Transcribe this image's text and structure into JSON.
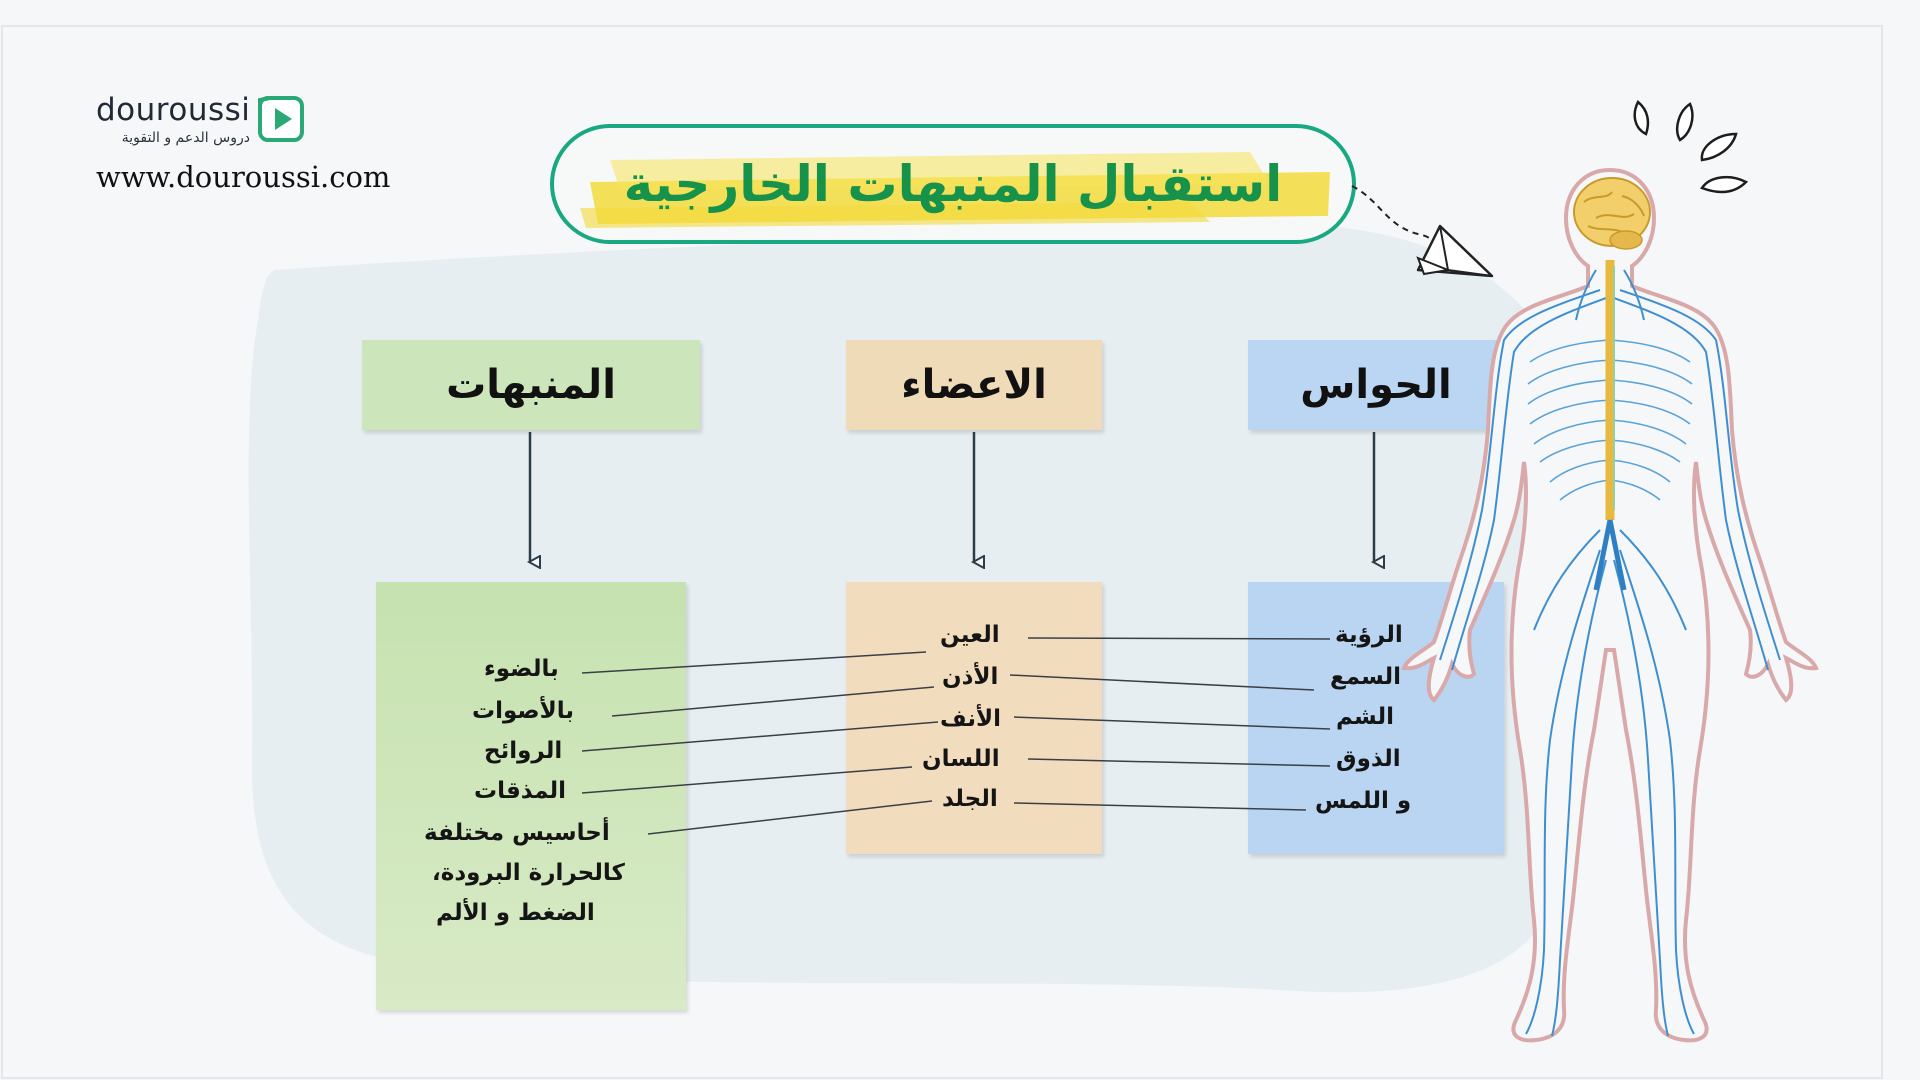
{
  "brand": {
    "name": "douroussi",
    "tagline": "دروس الدعم و التقوية",
    "url": "www.douroussi.com",
    "accent": "#1aa882"
  },
  "title": "استقبال المنبهات الخارجية",
  "columns": {
    "stimuli": {
      "heading": "المنبهات",
      "items": [
        "بالضوء",
        "بالأصوات",
        "الروائح",
        "المذقات",
        "أحاسيس مختلفة",
        "كالحرارة البرودة،",
        "الضغط و الألم"
      ]
    },
    "organs": {
      "heading": "الاعضاء",
      "items": [
        "العين",
        "الأذن",
        "الأنف",
        "اللسان",
        "الجلد"
      ]
    },
    "senses": {
      "heading": "الحواس",
      "items": [
        "الرؤية",
        "السمع",
        "الشم",
        "الذوق",
        "و اللمس"
      ]
    }
  },
  "colors": {
    "stimuli_box": "#cde5bb",
    "organs_box": "#f0dbb9",
    "senses_box": "#bad6f2",
    "title_text": "#16924a",
    "highlight": "#f3dc3c",
    "nerves": "#3f8fd0"
  },
  "icons": [
    "play-icon",
    "paper-plane-icon",
    "nervous-system-illustration"
  ]
}
